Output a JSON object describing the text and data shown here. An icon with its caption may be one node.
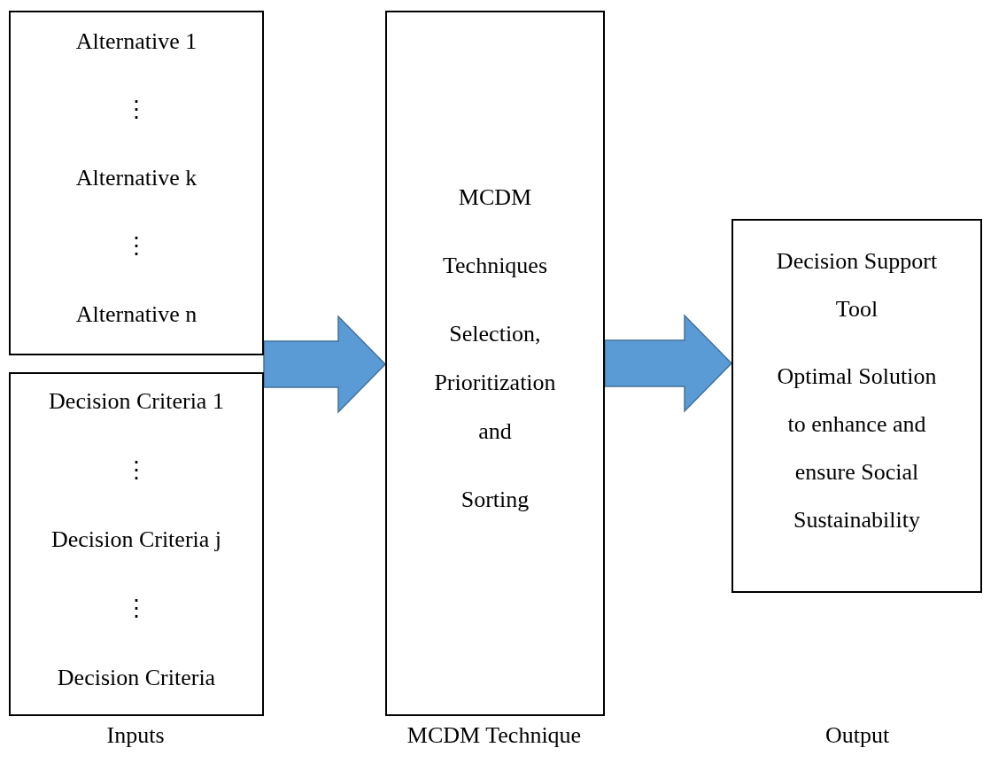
{
  "diagram": {
    "nodes": [
      {
        "text": [
          "Alternative 1",
          "⋮",
          "Alternative k",
          "⋮",
          "Alternative n"
        ]
      },
      {
        "text": [
          "Decision Criteria 1",
          "⋮",
          "Decision Criteria j",
          "⋮",
          "Decision Criteria"
        ]
      },
      {
        "text": [
          "MCDM",
          "Techniques",
          "Selection, Prioritization and",
          "Sorting"
        ]
      },
      {
        "text": [
          "Decision Support Tool",
          "Optimal Solution to enhance and ensure Social Sustainability"
        ]
      }
    ],
    "edges": [
      {
        "from": 0,
        "to": 2,
        "arrow": "to"
      },
      {
        "from": 1,
        "to": 2,
        "arrow": "to"
      },
      {
        "from": 2,
        "to": 3,
        "arrow": "to"
      }
    ],
    "labels": [
      "Inputs",
      "MCDM Technique",
      "Output"
    ]
  }
}
